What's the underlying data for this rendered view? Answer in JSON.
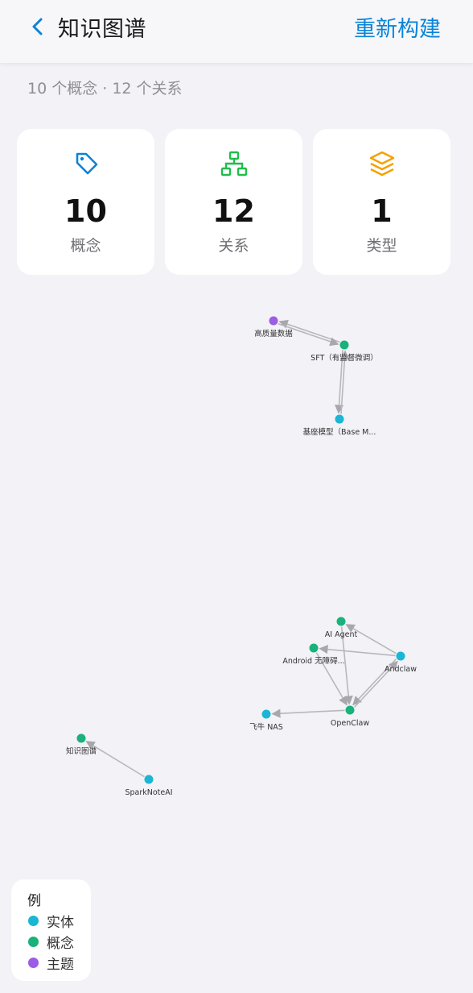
{
  "header": {
    "title": "知识图谱",
    "rebuild_label": "重新构建"
  },
  "summary": "10 个概念 · 12 个关系",
  "stats": [
    {
      "value": "10",
      "label": "概念",
      "icon": "tag-icon",
      "color": "#0a84d8"
    },
    {
      "value": "12",
      "label": "关系",
      "icon": "hierarchy-icon",
      "color": "#1fbe4a"
    },
    {
      "value": "1",
      "label": "类型",
      "icon": "layers-icon",
      "color": "#f5a000"
    }
  ],
  "colors": {
    "entity": "#1ab6d4",
    "concept": "#18b27a",
    "topic": "#9b5de5",
    "edge": "#b8b8bc",
    "accent": "#0a84d8"
  },
  "graph": {
    "nodes": [
      {
        "id": "hq",
        "label": "高质量数据",
        "type": "topic"
      },
      {
        "id": "sft",
        "label": "SFT（有监督微调）",
        "type": "concept"
      },
      {
        "id": "base",
        "label": "基座模型（Base M...",
        "type": "entity"
      },
      {
        "id": "agent",
        "label": "AI Agent",
        "type": "concept"
      },
      {
        "id": "android",
        "label": "Android 无障碍...",
        "type": "concept"
      },
      {
        "id": "andclaw",
        "label": "Andclaw",
        "type": "entity"
      },
      {
        "id": "openclaw",
        "label": "OpenClaw",
        "type": "concept"
      },
      {
        "id": "nas",
        "label": "飞牛 NAS",
        "type": "entity"
      },
      {
        "id": "kg",
        "label": "知识图谱",
        "type": "concept"
      },
      {
        "id": "spark",
        "label": "SparkNoteAI",
        "type": "entity"
      }
    ],
    "edges": [
      {
        "from": "sft",
        "to": "hq"
      },
      {
        "from": "hq",
        "to": "sft"
      },
      {
        "from": "sft",
        "to": "base"
      },
      {
        "from": "base",
        "to": "sft"
      },
      {
        "from": "andclaw",
        "to": "agent"
      },
      {
        "from": "andclaw",
        "to": "android"
      },
      {
        "from": "andclaw",
        "to": "openclaw"
      },
      {
        "from": "openclaw",
        "to": "andclaw"
      },
      {
        "from": "agent",
        "to": "openclaw"
      },
      {
        "from": "android",
        "to": "openclaw"
      },
      {
        "from": "openclaw",
        "to": "nas"
      },
      {
        "from": "spark",
        "to": "kg"
      }
    ]
  },
  "legend": {
    "title": "例",
    "items": [
      {
        "label": "实体",
        "type": "entity"
      },
      {
        "label": "概念",
        "type": "concept"
      },
      {
        "label": "主题",
        "type": "topic"
      }
    ]
  }
}
